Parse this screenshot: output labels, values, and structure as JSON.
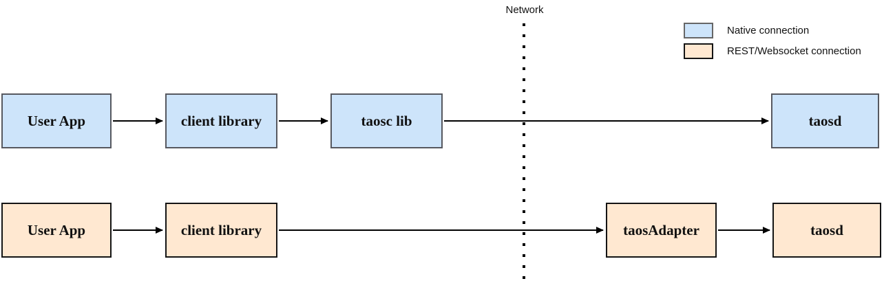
{
  "network_label": "Network",
  "legend": {
    "items": [
      {
        "label": "Native connection",
        "swatch_color": "#cde4fa",
        "swatch_border": "#666666"
      },
      {
        "label": "REST/Websocket connection",
        "swatch_color": "#ffe8d1",
        "swatch_border": "#141414"
      }
    ]
  },
  "diagram": {
    "rows": [
      {
        "connection_type": "Native connection",
        "boxes": [
          {
            "label": "User App"
          },
          {
            "label": "client library"
          },
          {
            "label": "taosc lib"
          },
          {
            "label": "taosd"
          }
        ]
      },
      {
        "connection_type": "REST/Websocket connection",
        "boxes": [
          {
            "label": "User App"
          },
          {
            "label": "client library"
          },
          {
            "label": "taosAdapter"
          },
          {
            "label": "taosd"
          }
        ]
      }
    ]
  },
  "colors": {
    "native_fill": "#cde4fa",
    "native_border": "#56585f",
    "rest_fill": "#ffe8d1",
    "rest_border": "#141414",
    "arrow": "#000000",
    "background": "#ffffff"
  }
}
